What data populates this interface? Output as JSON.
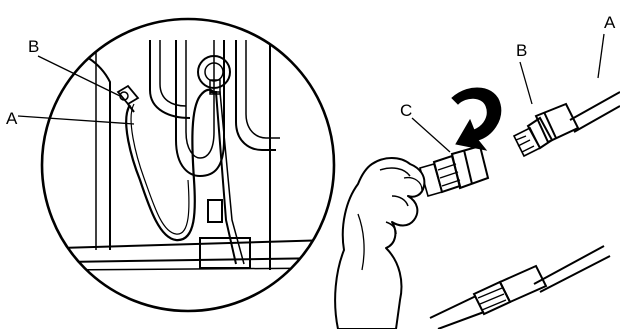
{
  "labels": {
    "left_b": "B",
    "left_a": "A",
    "right_b": "B",
    "right_a": "A",
    "right_c": "C"
  },
  "colors": {
    "ink": "#000000",
    "paper": "#ffffff"
  }
}
